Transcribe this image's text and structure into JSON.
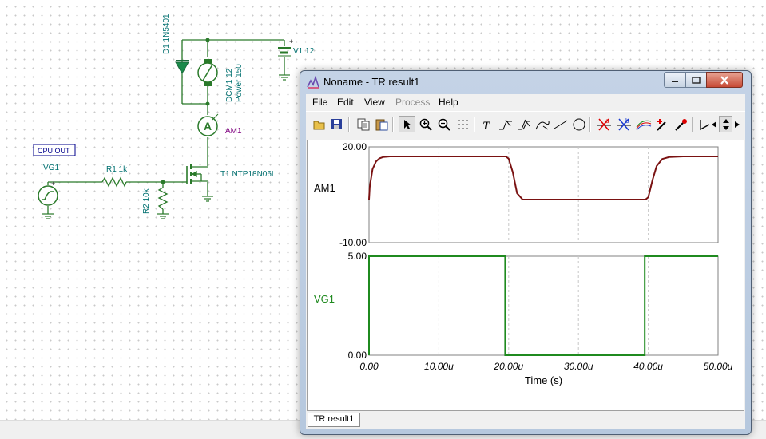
{
  "schematic": {
    "cpu_label": "CPU OUT",
    "vg1_name": "VG1",
    "r1_label": "R1 1k",
    "r2_label": "R2 10k",
    "d1_label": "D1 1N5401",
    "dcm_label1": "DCM1 12",
    "dcm_label2": "Power 150",
    "v1_label": "V1 12",
    "am1_label": "AM1",
    "am1_symbol": "A",
    "t1_label": "T1 NTP18N06L"
  },
  "window": {
    "title": "Noname - TR result1",
    "menu": [
      "File",
      "Edit",
      "View",
      "Process",
      "Help"
    ],
    "disabled_menu": "Process",
    "tab": "TR result1",
    "toolbar_icons": [
      "open-icon",
      "save-icon",
      "copy-icon",
      "paste-icon",
      "pointer-icon",
      "zoom-in-icon",
      "zoom-out-icon",
      "grid-icon",
      "text-icon",
      "cursor-a-icon",
      "cursor-b-icon",
      "curve-icon",
      "line-icon",
      "circle-icon",
      "cursor-red-icon",
      "cursor-blue-icon",
      "multi-curve-icon",
      "marker-icon",
      "pen-icon",
      "angle-icon",
      "scroll-left-icon",
      "scroll-updown-icon",
      "scroll-right-icon"
    ]
  },
  "colors": {
    "am1_trace": "#7a1212",
    "vg1_trace": "#1f8a1f",
    "schematic_wire": "#2a7a2a",
    "label_teal": "#007070",
    "am1_label": "#800080"
  },
  "chart_data": [
    {
      "type": "line",
      "ylabel": "AM1",
      "ytick_labels": [
        "20.00",
        "-10.00"
      ],
      "ylim": [
        -10,
        20
      ],
      "series": [
        {
          "name": "AM1",
          "x": [
            0.0,
            0.1,
            0.5,
            1.0,
            1.5,
            2.0,
            3.0,
            5.0,
            19.6,
            20.0,
            20.6,
            21.2,
            22.0,
            39.6,
            40.0,
            40.6,
            41.2,
            42.0,
            43.0,
            45.0,
            50.0
          ],
          "y": [
            3.5,
            7.5,
            13.0,
            15.4,
            16.4,
            16.8,
            17.0,
            17.0,
            17.0,
            16.3,
            12.0,
            5.5,
            3.5,
            3.5,
            4.2,
            9.5,
            14.0,
            16.2,
            16.8,
            17.0,
            17.0
          ]
        }
      ]
    },
    {
      "type": "line",
      "ylabel": "VG1",
      "ytick_labels": [
        "5.00",
        "0.00"
      ],
      "ylim": [
        0,
        5
      ],
      "xlabel": "Time (s)",
      "xtick_labels": [
        "0.00",
        "10.00u",
        "20.00u",
        "30.00u",
        "40.00u",
        "50.00u"
      ],
      "xlim": [
        0,
        50
      ],
      "series": [
        {
          "name": "VG1",
          "x": [
            0.0,
            0.0,
            19.5,
            19.5,
            39.5,
            39.5,
            50.0
          ],
          "y": [
            0.0,
            5.0,
            5.0,
            0.0,
            0.0,
            5.0,
            5.0
          ]
        }
      ]
    }
  ]
}
